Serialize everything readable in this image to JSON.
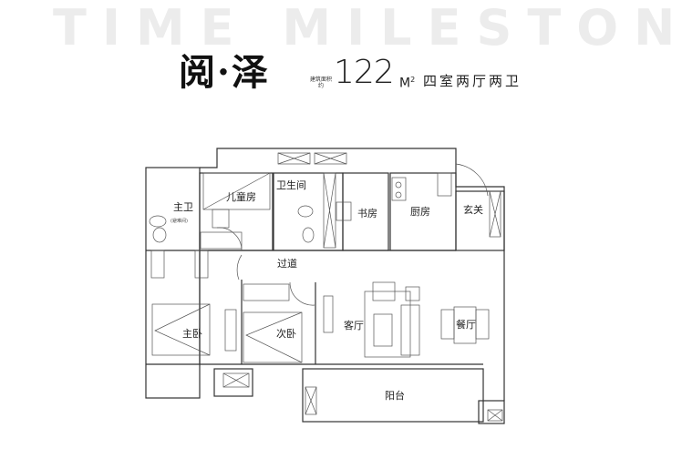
{
  "header": {
    "background_text": "TIME MILESTONE",
    "project_name": "阅·泽",
    "area_label": "建筑面积约",
    "area_value": "122",
    "area_unit": "M",
    "area_unit_sup": "2",
    "layout": "四室两厅两卫"
  },
  "rooms": {
    "master_bath": "主卫",
    "master_bath_note": "(避难间)",
    "kids_room": "儿童房",
    "bathroom": "卫生间",
    "study": "书房",
    "kitchen": "厨房",
    "entrance": "玄关",
    "corridor": "过道",
    "living_room": "客厅",
    "dining_room": "餐厅",
    "master_bedroom": "主卧",
    "second_bedroom": "次卧",
    "balcony": "阳台"
  }
}
